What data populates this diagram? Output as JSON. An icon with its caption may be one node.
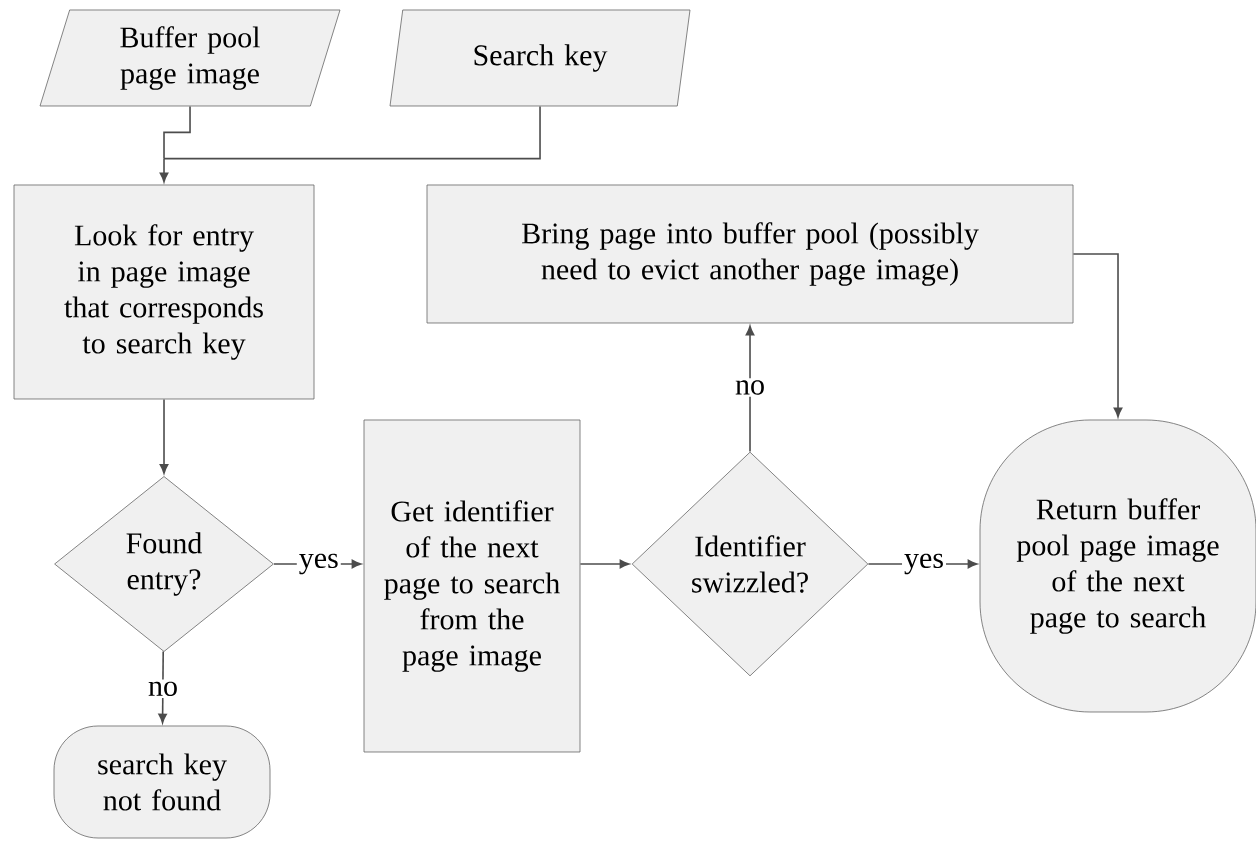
{
  "diagram": {
    "nodes": [
      {
        "text": [
          "Buffer pool page image"
        ]
      },
      {
        "text": [
          "Search key"
        ]
      },
      {
        "text": [
          "Look for entry in page image that corresponds to search key"
        ]
      },
      {
        "text": [
          "Found entry?"
        ]
      },
      {
        "text": [
          "Get identifier of the next page to search from the page image"
        ]
      },
      {
        "text": [
          "Identifier swizzled?"
        ]
      },
      {
        "text": [
          "Bring page into buffer pool (possibly need to evict another page image)"
        ]
      },
      {
        "text": [
          "Return buffer pool page image of the next page to search"
        ]
      },
      {
        "text": [
          "search key not found"
        ]
      }
    ],
    "edges": [
      {
        "from": 0,
        "to": 2,
        "arrow": "to"
      },
      {
        "from": 1,
        "to": 2,
        "arrow": "to"
      },
      {
        "from": 2,
        "to": 3,
        "arrow": "to"
      },
      {
        "from": 3,
        "to": 4,
        "arrow": "to",
        "label": "yes"
      },
      {
        "from": 3,
        "to": 8,
        "arrow": "to",
        "label": "no"
      },
      {
        "from": 4,
        "to": 5,
        "arrow": "to"
      },
      {
        "from": 5,
        "to": 7,
        "arrow": "to",
        "label": "yes"
      },
      {
        "from": 5,
        "to": 6,
        "arrow": "to",
        "label": "no"
      },
      {
        "from": 6,
        "to": 7,
        "arrow": "to"
      }
    ]
  }
}
